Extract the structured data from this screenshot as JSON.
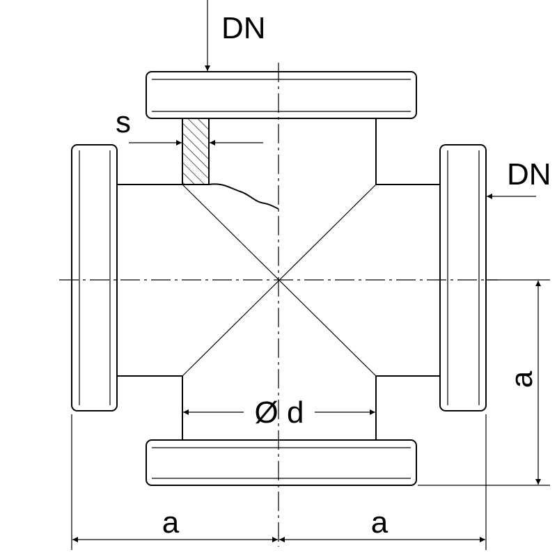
{
  "labels": {
    "dn_top": "DN",
    "dn_right": "DN",
    "wall_thickness": "s",
    "inner_diameter": "Ø d",
    "dim_right": "a",
    "dim_bottom_left": "a",
    "dim_bottom_right": "a"
  }
}
